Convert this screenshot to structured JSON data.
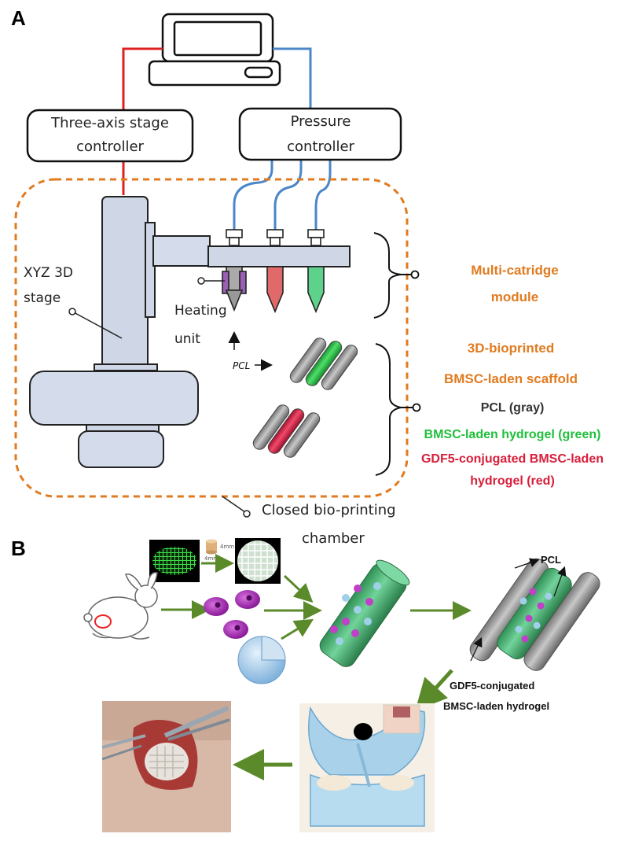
{
  "panel_a": {
    "label": "A",
    "three_axis_line1": "Three-axis stage",
    "three_axis_line2": "controller",
    "pressure_line1": "Pressure",
    "pressure_line2": "controller",
    "xyz_line1": "XYZ 3D",
    "xyz_line2": "stage",
    "heating_line1": "Heating",
    "heating_line2": "unit",
    "pcl_arrow_label": "PCL",
    "module_line1": "Multi-catridge",
    "module_line2": "module",
    "scaffold_line1": "3D-bioprinted",
    "scaffold_line2": "BMSC-laden scaffold",
    "legend_pcl": "PCL (gray)",
    "legend_green": "BMSC-laden hydrogel (green)",
    "legend_red_line1": "GDF5-conjugated BMSC-laden",
    "legend_red_line2": "hydrogel (red)",
    "chamber_line1": "Closed bio-printing",
    "chamber_line2": "chamber"
  },
  "panel_b": {
    "label": "B",
    "dim_height": "4mm",
    "dim_width": "4mm",
    "pcl_label": "PCL",
    "gdf5_line1": "GDF5-conjugated",
    "gdf5_line2": "BMSC-laden hydrogel"
  },
  "colors": {
    "orange": "#e07b20",
    "green": "#1fbf3a",
    "red": "#d81e3a",
    "arrow_green": "#5a8a2a",
    "wire_red": "#e02020",
    "wire_blue": "#4a86c8"
  }
}
